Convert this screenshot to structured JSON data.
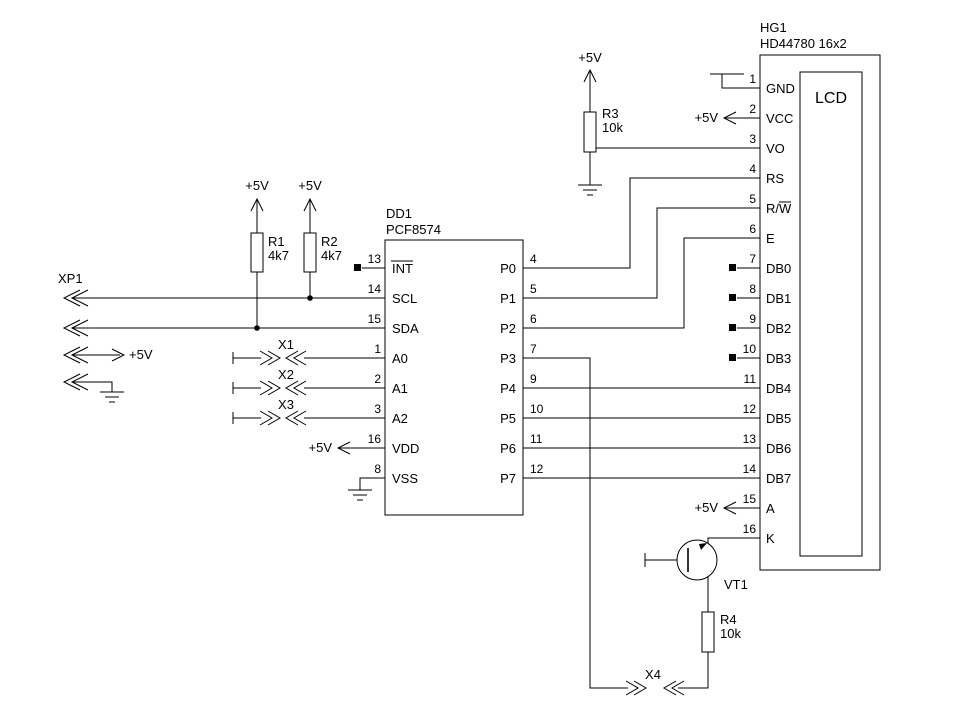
{
  "power": {
    "vcc": "+5V"
  },
  "xp1": {
    "ref": "XP1"
  },
  "r1": {
    "ref": "R1",
    "value": "4k7"
  },
  "r2": {
    "ref": "R2",
    "value": "4k7"
  },
  "r3": {
    "ref": "R3",
    "value": "10k"
  },
  "r4": {
    "ref": "R4",
    "value": "10k"
  },
  "vt1": {
    "ref": "VT1"
  },
  "jumpers": {
    "x1": "X1",
    "x2": "X2",
    "x3": "X3",
    "x4": "X4"
  },
  "dd1": {
    "ref": "DD1",
    "part": "PCF8574",
    "left_pins": [
      {
        "num": "13",
        "name": "INT"
      },
      {
        "num": "14",
        "name": "SCL"
      },
      {
        "num": "15",
        "name": "SDA"
      },
      {
        "num": "1",
        "name": "A0"
      },
      {
        "num": "2",
        "name": "A1"
      },
      {
        "num": "3",
        "name": "A2"
      },
      {
        "num": "16",
        "name": "VDD"
      },
      {
        "num": "8",
        "name": "VSS"
      }
    ],
    "right_pins": [
      {
        "num": "4",
        "name": "P0"
      },
      {
        "num": "5",
        "name": "P1"
      },
      {
        "num": "6",
        "name": "P2"
      },
      {
        "num": "7",
        "name": "P3"
      },
      {
        "num": "9",
        "name": "P4"
      },
      {
        "num": "10",
        "name": "P5"
      },
      {
        "num": "11",
        "name": "P6"
      },
      {
        "num": "12",
        "name": "P7"
      }
    ]
  },
  "hg1": {
    "ref": "HG1",
    "part": "HD44780 16x2",
    "display": "LCD",
    "pins": [
      {
        "num": "1",
        "name": "GND"
      },
      {
        "num": "2",
        "name": "VCC"
      },
      {
        "num": "3",
        "name": "VO"
      },
      {
        "num": "4",
        "name": "RS"
      },
      {
        "num": "5",
        "name": "R/W"
      },
      {
        "num": "6",
        "name": "E"
      },
      {
        "num": "7",
        "name": "DB0"
      },
      {
        "num": "8",
        "name": "DB1"
      },
      {
        "num": "9",
        "name": "DB2"
      },
      {
        "num": "10",
        "name": "DB3"
      },
      {
        "num": "11",
        "name": "DB4"
      },
      {
        "num": "12",
        "name": "DB5"
      },
      {
        "num": "13",
        "name": "DB6"
      },
      {
        "num": "14",
        "name": "DB7"
      },
      {
        "num": "15",
        "name": "A"
      },
      {
        "num": "16",
        "name": "K"
      }
    ]
  }
}
